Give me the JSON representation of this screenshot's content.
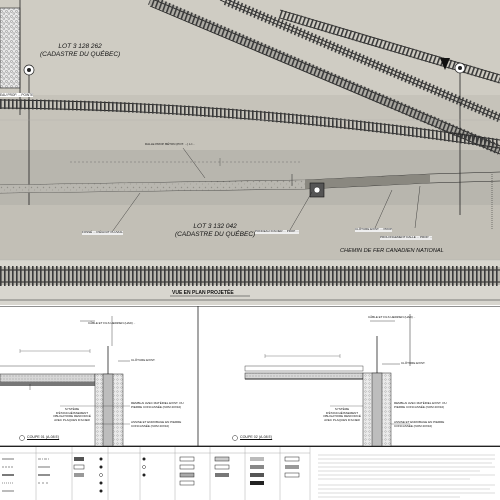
{
  "plan": {
    "lot_top": {
      "number": "LOT 3 128 262",
      "cadastre": "(CADASTRE DU QUÉBEC)"
    },
    "lot_bottom": {
      "number": "LOT 3 132 042",
      "cadastre": "(CADASTRE DU QUÉBEC)"
    },
    "rail_company": "CHEMIN DE FER CANADIEN NATIONAL",
    "view_title": "VUE EN PLAN PROJETÉE",
    "left_note": "EAU PROP. ... POINTE",
    "notes": {
      "top_pipe": "DALLE PROP. BÉTON (POT. ...) L=...",
      "left_box": "FOSSÉ ... D'ÉGOUT PLUVIAL",
      "center_box": "PONCEAU D'ACIER ... PROP. ...",
      "right_box": "CLÔTURE EXIST. ... PROP.",
      "right_box2": "PROLONGEMENT DALLE ... PROP. ..."
    }
  },
  "details": {
    "left": {
      "cable_label": "CÂBLE ET FILS HERZIEN (HAD) ..",
      "fence_label": "CLÔTURE EXIST.",
      "embankment": "REMBLAI AVEC MATÉRIEL EXIST. OU PIERRE CONCASSÉE (NOM 20X10)",
      "system_label": "SYSTÈME D'ÉTANCHÉISSEMENT OBLIGATOIRE RENFORCÉ AVEC PLAQUES D'ACIER",
      "base_label": "ASSISE ET ENROBAGE EN PIERRE CONCASSÉE (NOM 20X10)",
      "section_title": "COUPE 01 (A-08 E)"
    },
    "right": {
      "cable_label": "CÂBLE ET FILS HERZIEN (HAD) ..",
      "fence_label": "CLÔTURE EXIST.",
      "embankment": "REMBLAI AVEC MATÉRIEL EXIST. OU PIERRE CONCASSÉE (NOM 20X10)",
      "system_label": "SYSTÈME D'ÉTANCHÉISSEMENT OBLIGATOIRE RENFORCÉ AVEC PLAQUES D'ACIER",
      "base_label": "ASSISE ET ENROBAGE EN PIERRE CONCASSÉE (NOM 20X10)",
      "section_title": "COUPE 02 (A-08 E)"
    }
  },
  "colors": {
    "ground": "#c9c6bd",
    "rail": "#2a2a2a",
    "ballast": "#9c9c96",
    "line": "#222222"
  }
}
